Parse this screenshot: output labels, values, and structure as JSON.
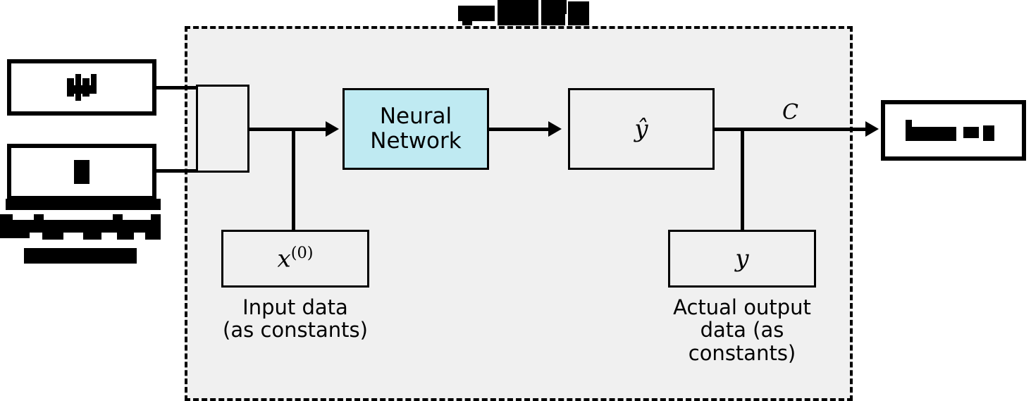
{
  "diagram": {
    "title_redacted": true,
    "colors": {
      "container_fill": "#f0f0f0",
      "container_border": "#000000",
      "nn_fill": "#bfeaf2",
      "node_border": "#000000",
      "line": "#000000",
      "page_bg": "#ffffff"
    },
    "header": {
      "label": "",
      "redacted": true
    },
    "container": {
      "name": "training-container",
      "border_style": "dashed"
    },
    "nodes": {
      "input_stub": {
        "label": ""
      },
      "neural_network": {
        "label": "Neural\nNetwork",
        "line1": "Neural",
        "line2": "Network"
      },
      "prediction": {
        "label": "ŷ"
      },
      "input_data": {
        "symbol": "x",
        "superscript": "(0)",
        "caption_line1": "Input data",
        "caption_line2": "(as constants)"
      },
      "actual_output": {
        "symbol": "y",
        "caption_line1": "Actual output",
        "caption_line2": "data (as",
        "caption_line3": "constants)"
      },
      "cost_label": {
        "label": "C"
      }
    },
    "external": {
      "top_box": {
        "label": "",
        "redacted": true
      },
      "bottom_box": {
        "label": "",
        "redacted": true
      },
      "bottom_caption": {
        "label": "",
        "redacted": true
      },
      "right_box": {
        "label": "",
        "redacted": true
      }
    }
  }
}
